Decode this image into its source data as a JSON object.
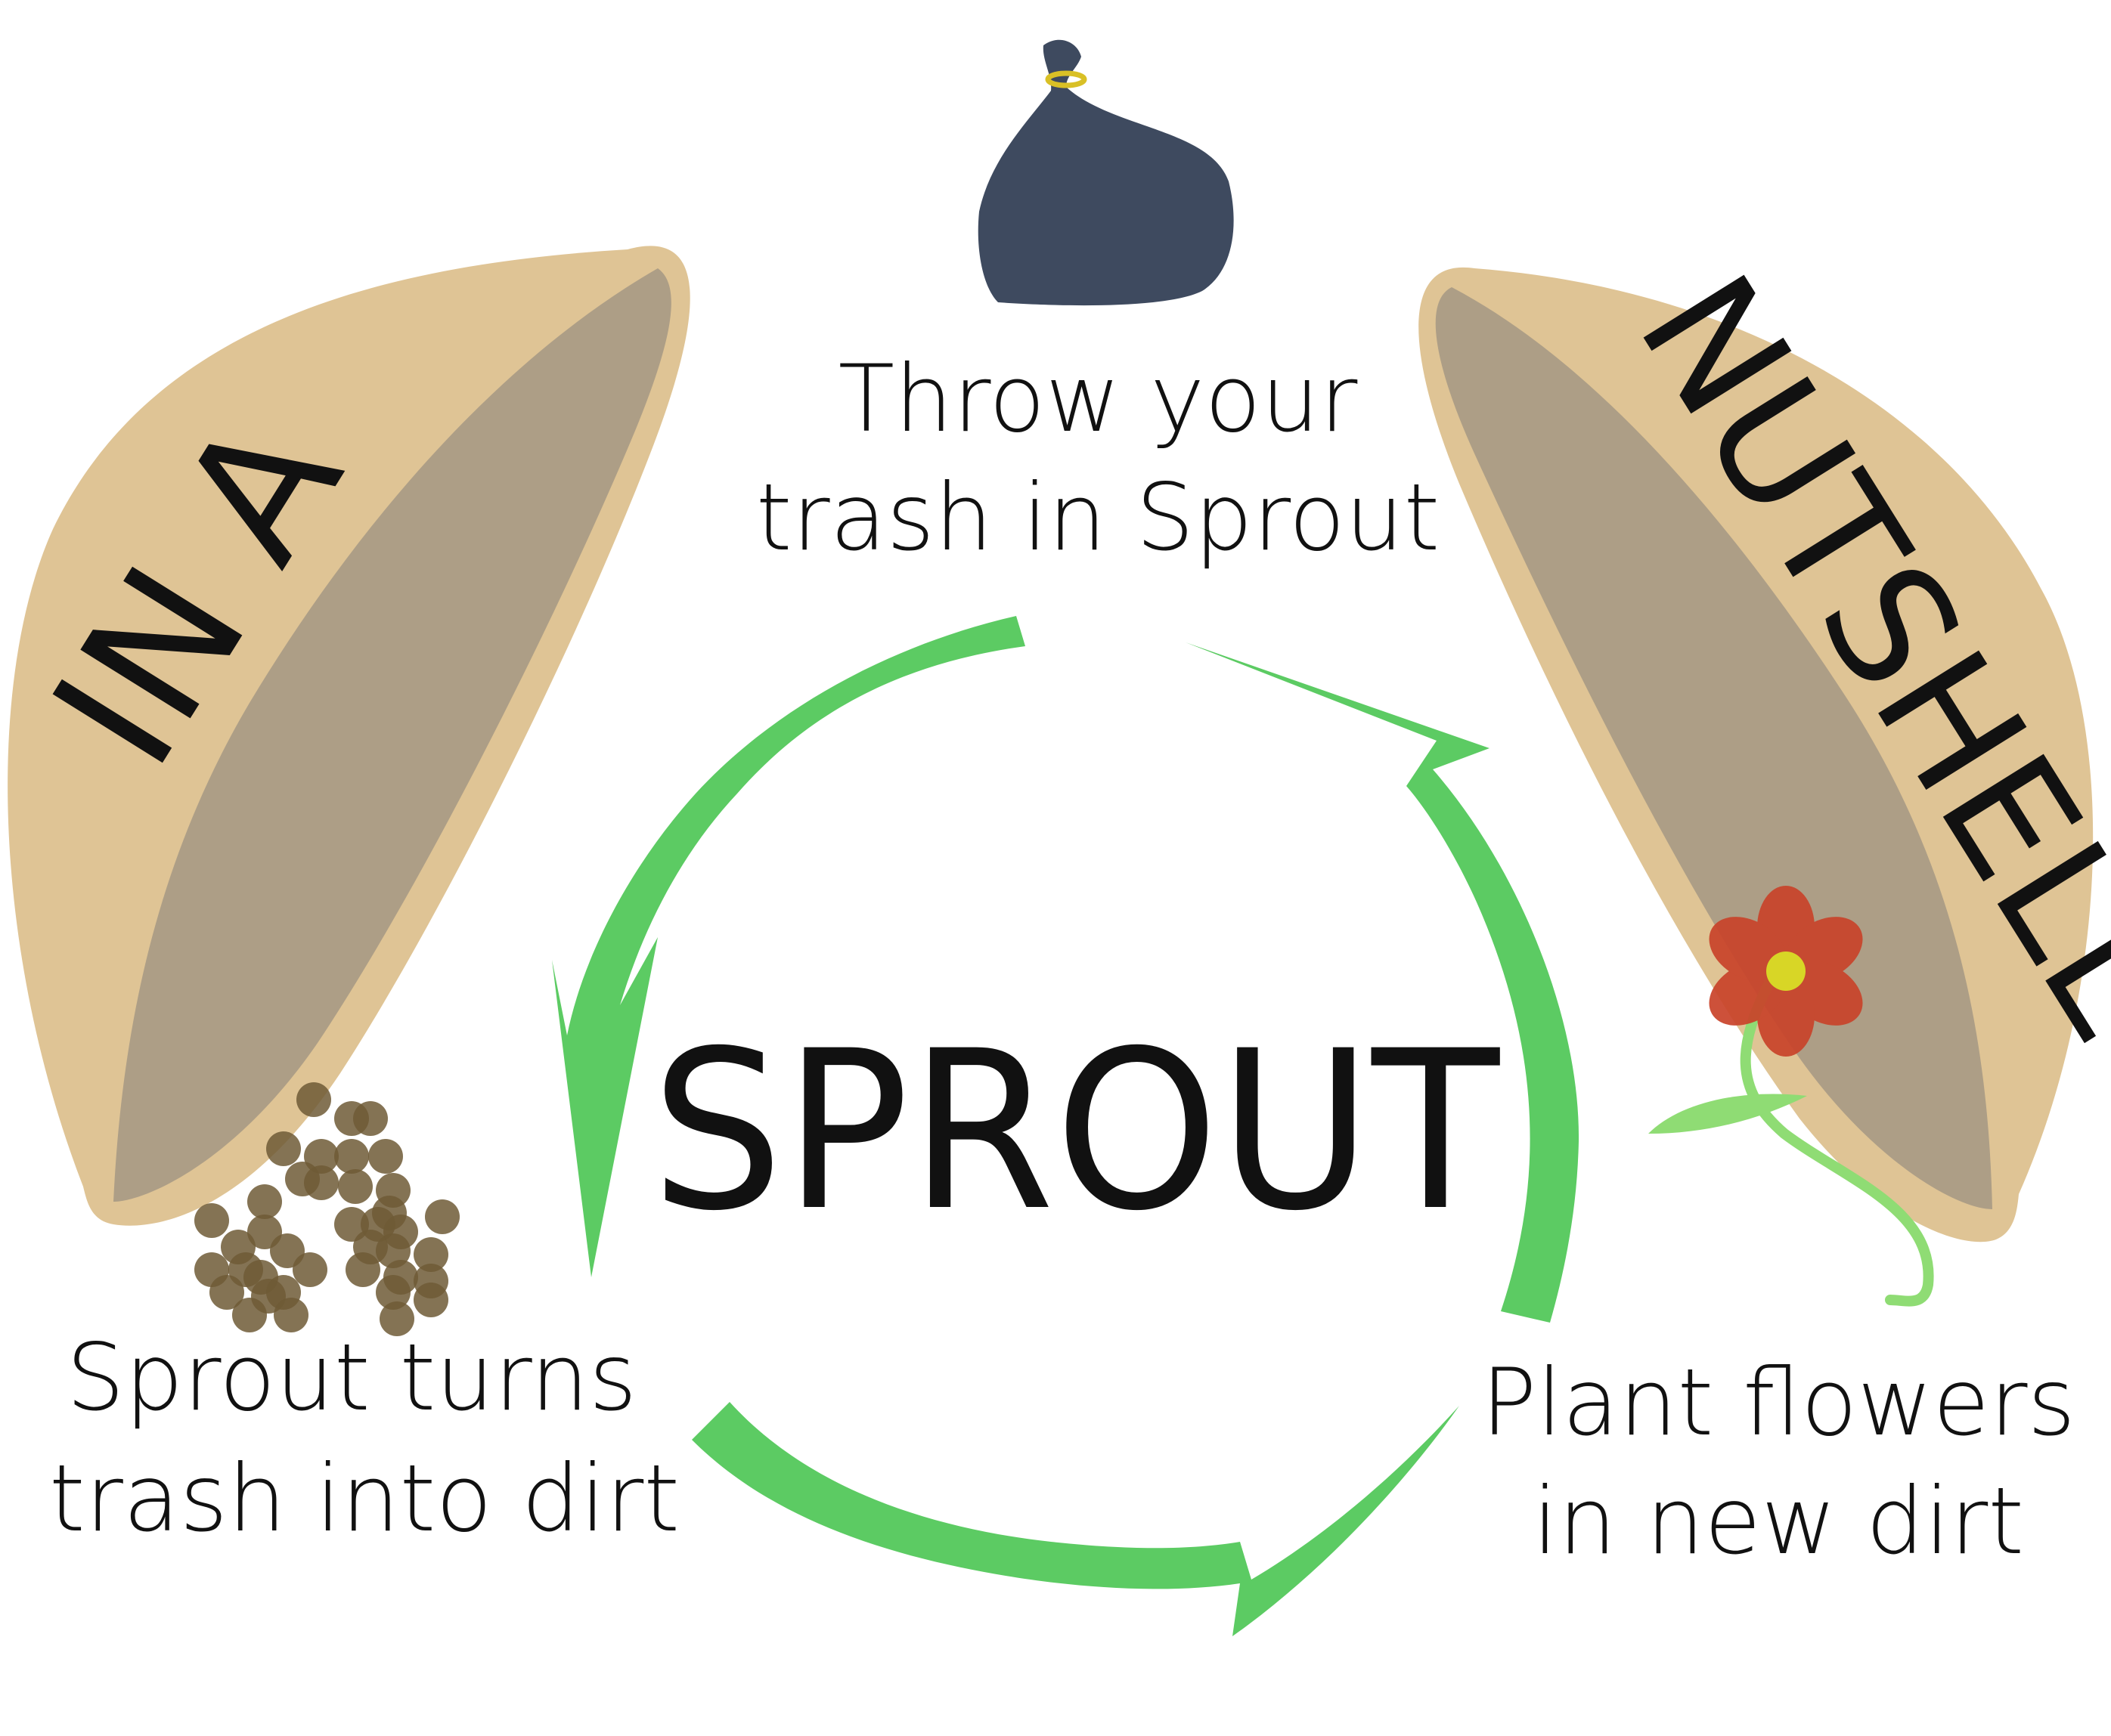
{
  "shell_left": {
    "label": "IN A"
  },
  "shell_right": {
    "label": "NUTSHELL"
  },
  "center": {
    "label": "SPROUT"
  },
  "steps": {
    "throw": {
      "line1": "Throw your",
      "line2": "trash in Sprout"
    },
    "dirt": {
      "line1": "Sprout turns",
      "line2": "trash into dirt"
    },
    "plant": {
      "line1": "Plant flowers",
      "line2": "in new dirt"
    }
  },
  "colors": {
    "arrow": "#5ccb63",
    "shell_outer": "#dfc495",
    "shell_inner": "#ad9e86",
    "bag": "#3e4a5f",
    "bag_tie": "#d9c026",
    "dirt": "#6e5a36",
    "petal": "#c9432a",
    "flower_center": "#d8d626",
    "stem": "#8fdc74"
  },
  "icons": [
    "trash-bag-icon",
    "dirt-pile-icon",
    "flower-icon"
  ]
}
